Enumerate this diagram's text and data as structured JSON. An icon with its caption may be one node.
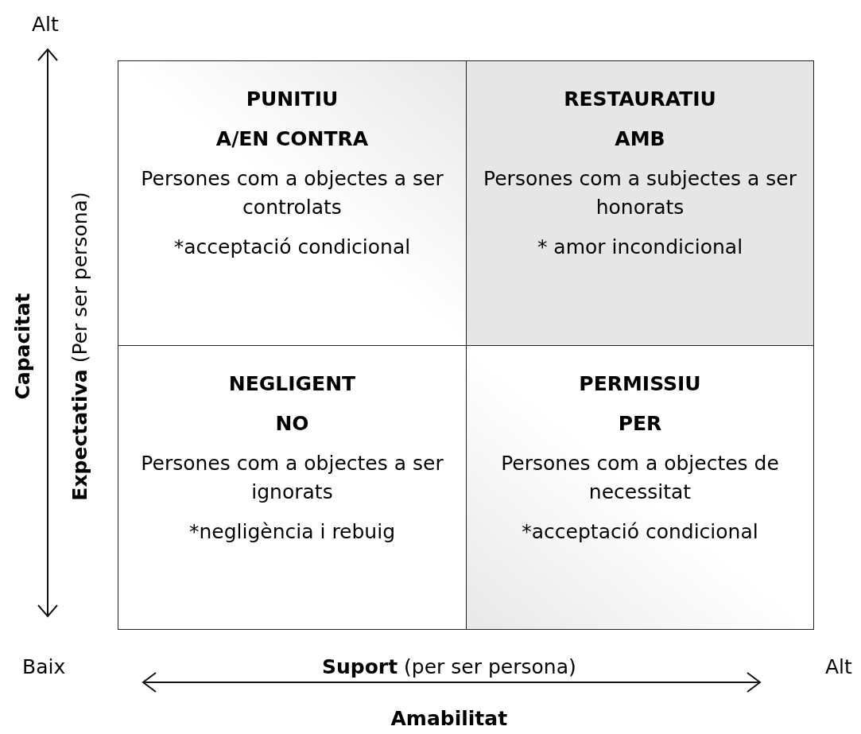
{
  "diagram": {
    "nodes": [
      {
        "text": [
          "PUNITIU",
          "A/EN CONTRA",
          "Persones com a objectes a ser controlats",
          "*acceptació condicional"
        ]
      },
      {
        "text": [
          "RESTAURATIU",
          "AMB",
          "Persones com a subjectes a ser honorats",
          "* amor incondicional"
        ]
      },
      {
        "text": [
          "NEGLIGENT",
          "NO",
          "Persones com a objectes a ser ignorats",
          "*negligència i rebuig"
        ]
      },
      {
        "text": [
          "PERMISSIU",
          "PER",
          "Persones com a objectes de necessitat",
          "*acceptació condicional"
        ]
      }
    ],
    "labels": [
      "Alt",
      "Capacitat",
      "**Expectativa** (Per ser persona)",
      "Baix",
      "**Suport** (per ser persona)",
      "Alt",
      "Amabilitat"
    ]
  }
}
